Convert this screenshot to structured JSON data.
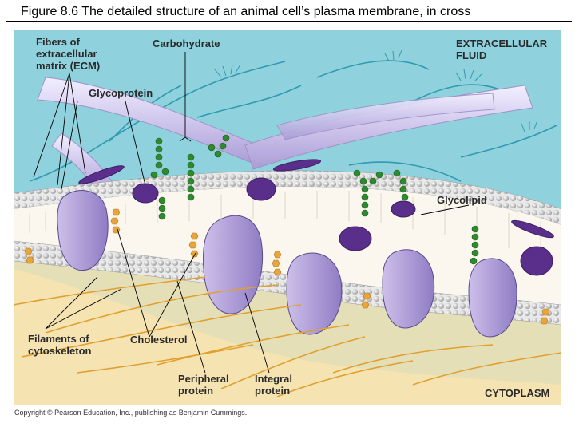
{
  "title": "Figure 8.6  The detailed structure of an animal cell’s plasma membrane, in cross",
  "labels": {
    "fibers": "Fibers of\nextracellular\nmatrix (ECM)",
    "carbohydrate": "Carbohydrate",
    "glycoprotein": "Glycoprotein",
    "extracellular": "EXTRACELLULAR\nFLUID",
    "glycolipid": "Glycolipid",
    "filaments": "Filaments of\ncytoskeleton",
    "cholesterol": "Cholesterol",
    "peripheral": "Peripheral\nprotein",
    "integral": "Integral\nprotein",
    "cytoplasm": "CYTOPLASM"
  },
  "copyright": "Copyright © Pearson Education, Inc., publishing as Benjamin Cummings.",
  "colors": {
    "extracellular": "#8fd2dd",
    "cytoplasm": "#f7e6b8",
    "protein": "#b3a3d9",
    "peripheral": "#5a2f8c",
    "carbohydrate": "#2f8a2f",
    "cholesterol": "#e8a53a",
    "ecm_fiber": "#d6d0ee",
    "filament": "#e0a030",
    "branch": "#2f9ab0"
  }
}
